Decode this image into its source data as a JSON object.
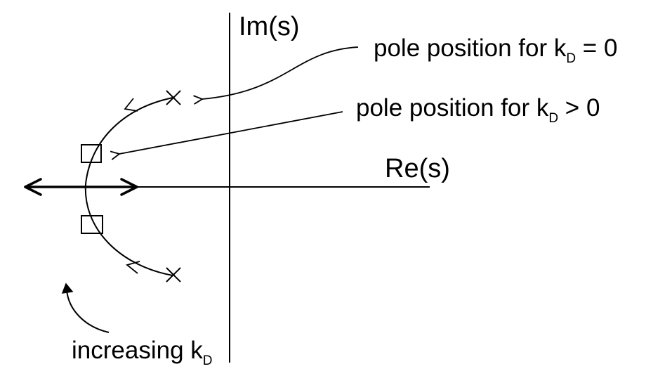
{
  "axes": {
    "imaginary_label": "Im(s)",
    "real_label": "Re(s)"
  },
  "annotations": {
    "pole_kd_zero": {
      "prefix": "pole position for k",
      "subscript": "D",
      "suffix": " = 0"
    },
    "pole_kd_positive": {
      "prefix": "pole position for k",
      "subscript": "D",
      "suffix": " > 0"
    },
    "increasing_kd": {
      "prefix": "increasing k",
      "subscript": "D"
    }
  },
  "markers": {
    "open_loop_pole_symbol": "cross",
    "closed_loop_pole_symbol": "square"
  },
  "colors": {
    "ink": "#000000",
    "background": "#ffffff"
  }
}
